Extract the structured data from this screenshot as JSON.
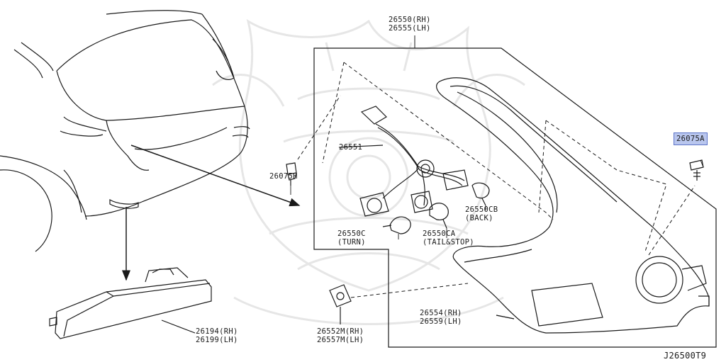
{
  "parts": {
    "rear_lamp_rh": "26550(RH)",
    "rear_lamp_lh": "26555(LH)",
    "harness": "26551",
    "clip_left": "26075H",
    "screw_right": "26075A",
    "bulb_turn_no": "26550C",
    "bulb_turn_desc": "(TURN)",
    "bulb_tail_no": "26550CA",
    "bulb_tail_desc": "(TAIL&STOP)",
    "bulb_back_no": "26550CB",
    "bulb_back_desc": "(BACK)",
    "housing_rh": "26554(RH)",
    "housing_lh": "26559(LH)",
    "socket_rh": "26552M(RH)",
    "socket_lh": "26557M(LH)",
    "reflex_rh": "26194(RH)",
    "reflex_lh": "26199(LH)"
  },
  "diagram_code": "J26500T9",
  "colors": {
    "line": "#1a1a1a",
    "highlight": "#b9c6ee",
    "watermark": "#e6e6e6"
  }
}
